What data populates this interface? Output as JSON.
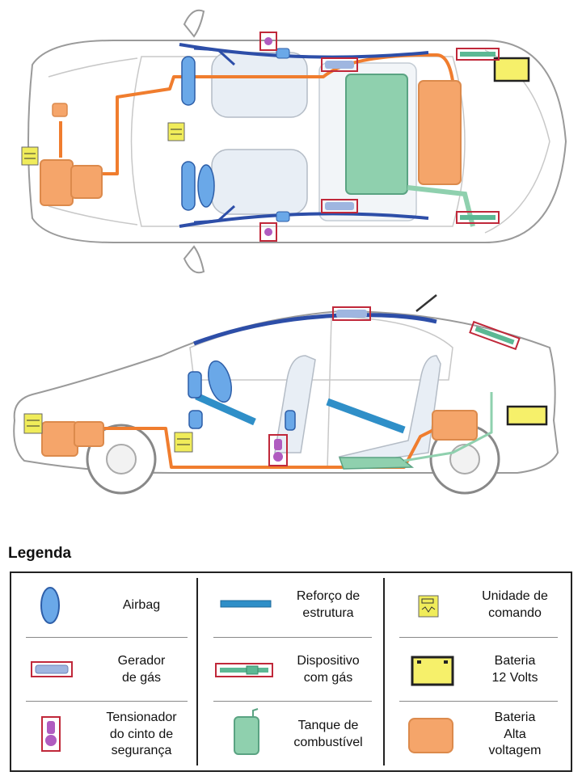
{
  "legend": {
    "title": "Legenda",
    "items": [
      {
        "key": "airbag",
        "label": "Airbag",
        "color": "#6aa8e8"
      },
      {
        "key": "gas-generator",
        "label": "Gerador\nde gás",
        "color": "#c0283a"
      },
      {
        "key": "seatbelt-tensioner",
        "label": "Tensionador\ndo cinto de\nsegurança",
        "color": "#b05cc0"
      },
      {
        "key": "structural-reinforcement",
        "label": "Reforço de\nestrutura",
        "color": "#2f8fc8"
      },
      {
        "key": "gas-device",
        "label": "Dispositivo\ncom gás",
        "color": "#5cb894"
      },
      {
        "key": "fuel-tank",
        "label": "Tanque de\ncombustível",
        "color": "#8fd0ae"
      },
      {
        "key": "control-unit",
        "label": "Unidade de\ncomando",
        "color": "#f0ec5a"
      },
      {
        "key": "battery-12v",
        "label": "Bateria\n12 Volts",
        "color": "#f6f06a"
      },
      {
        "key": "battery-high-voltage",
        "label": "Bateria\nAlta\nvoltagem",
        "color": "#f5a56a"
      }
    ]
  },
  "colors": {
    "high_voltage_cable": "#f07d2e",
    "roof_rail": "#2d4ea8",
    "car_outline": "#9a9a9a"
  }
}
